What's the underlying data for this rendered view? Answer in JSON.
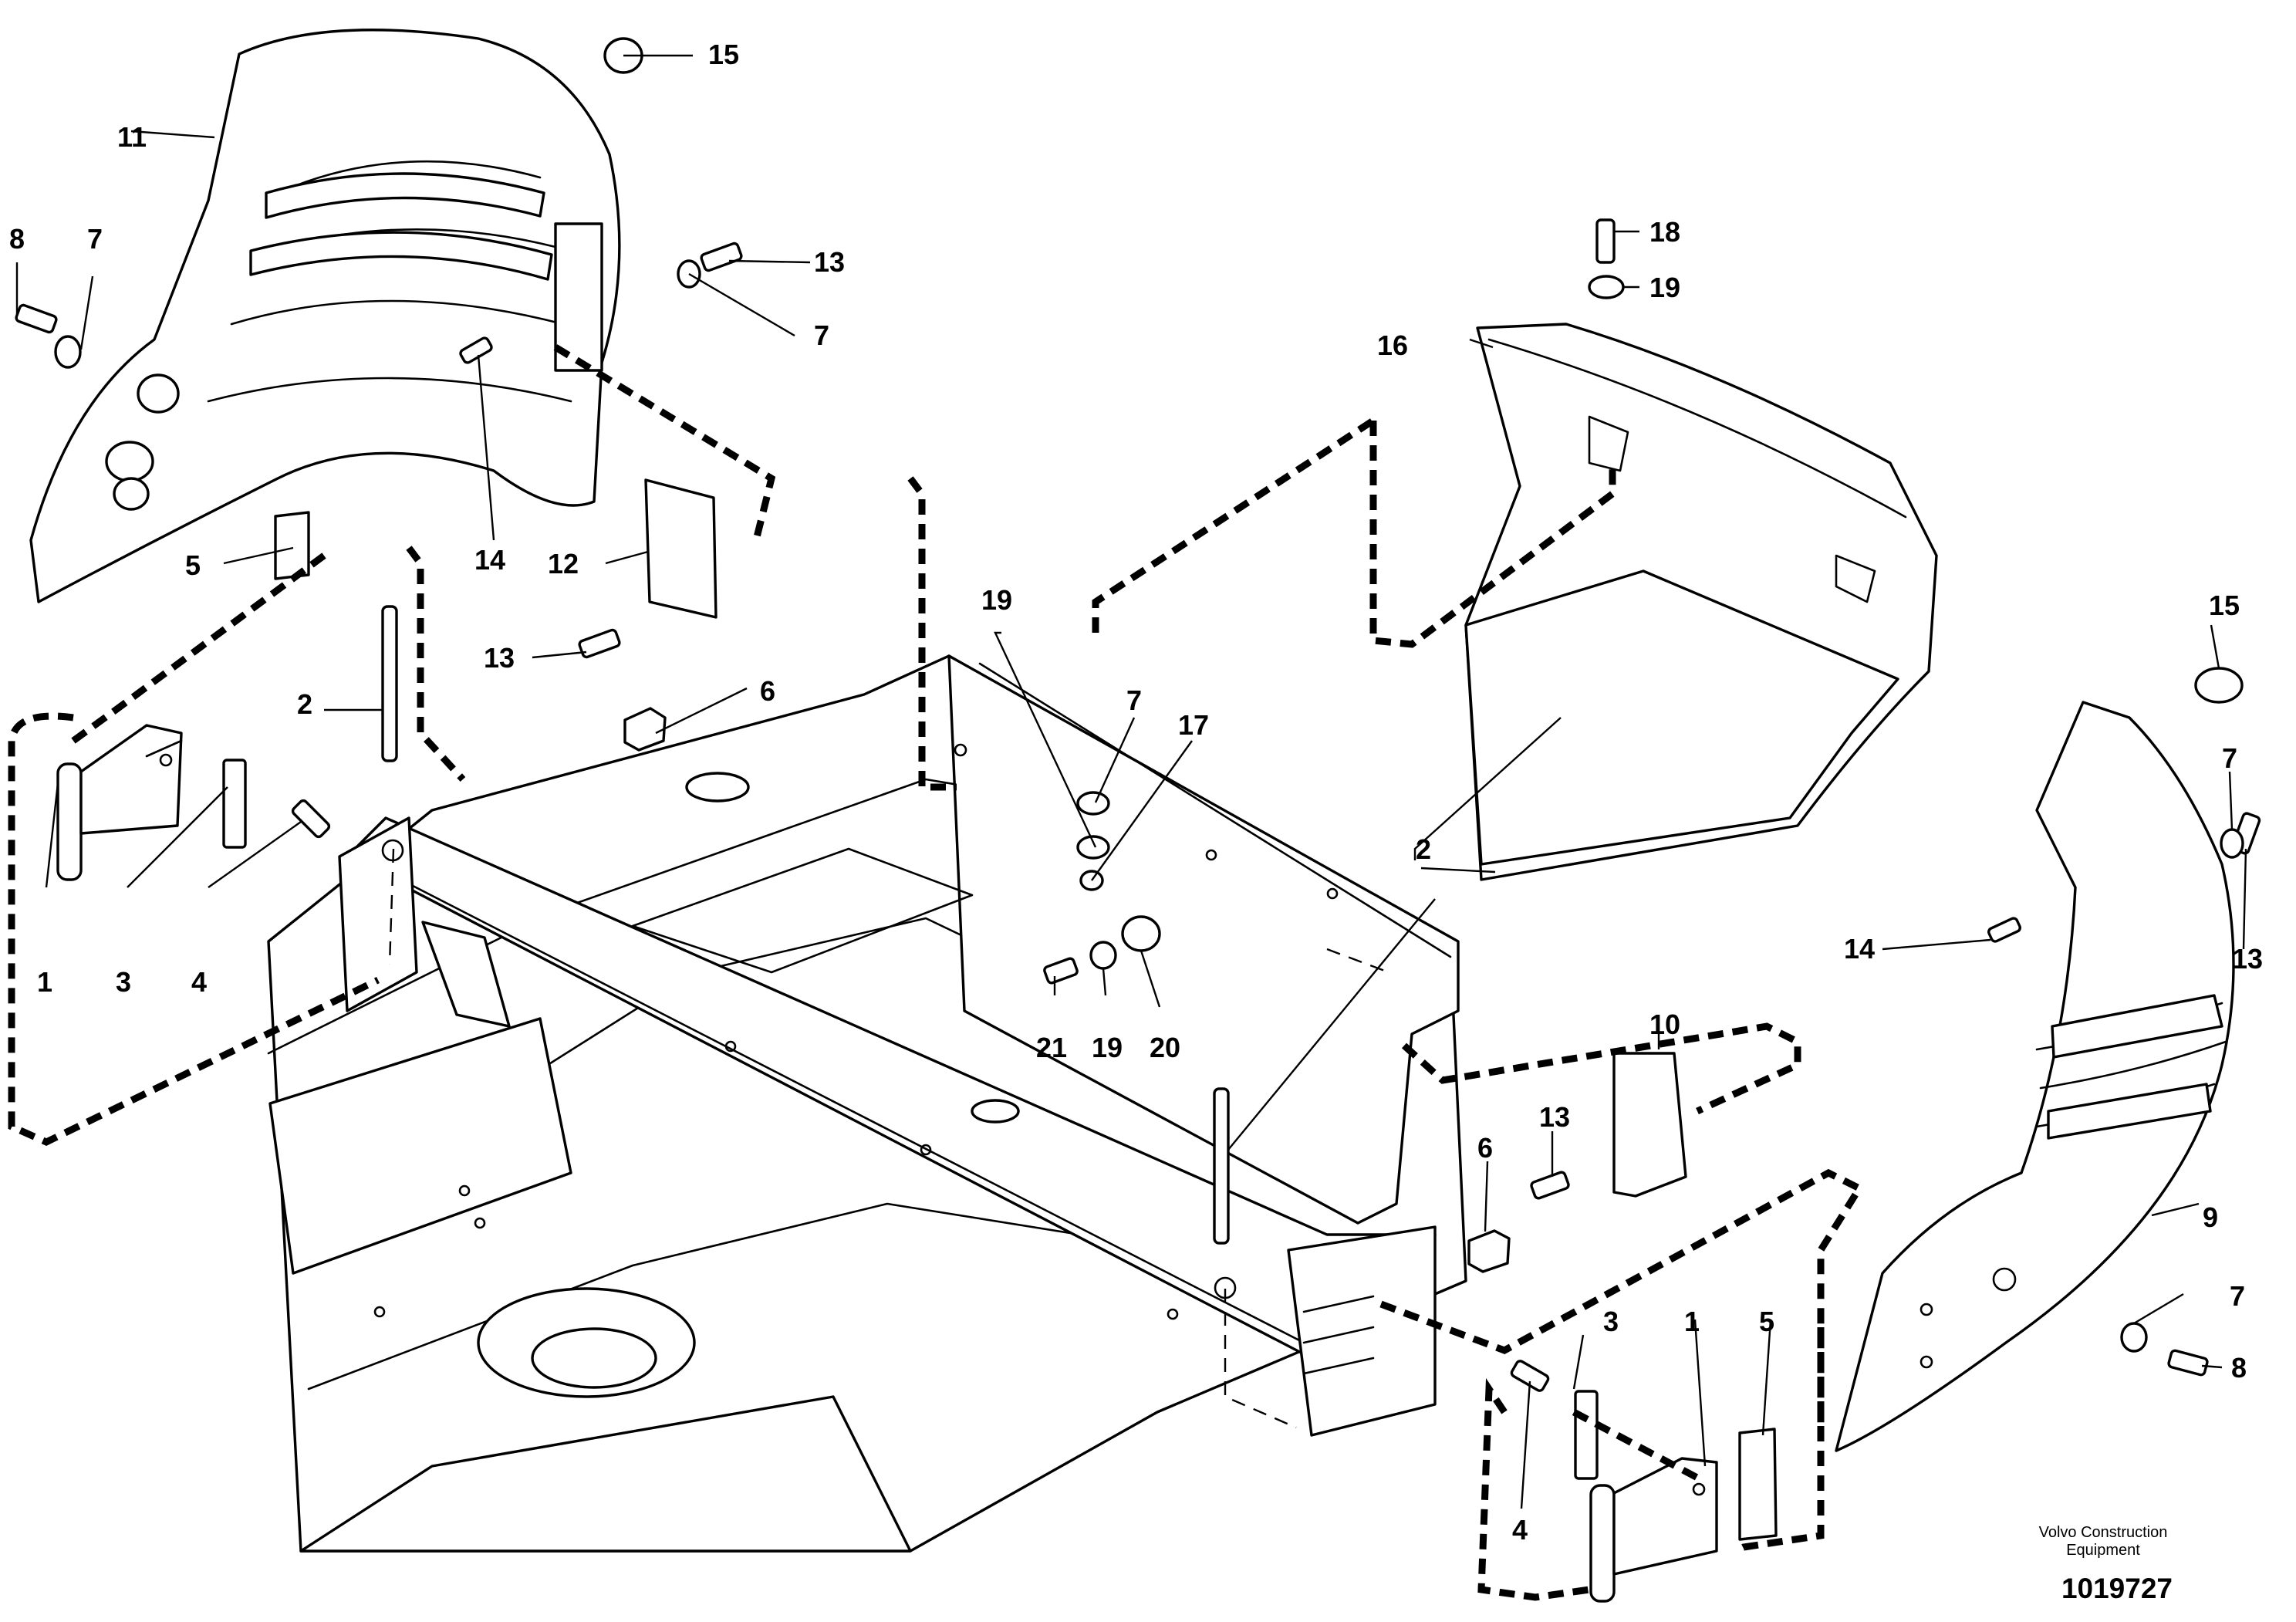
{
  "figure": {
    "company": "Volvo Construction Equipment",
    "reference_number": "1019727"
  },
  "callouts": {
    "c1_left": "1",
    "c1_right": "1",
    "c2_left": "2",
    "c2_right": "2",
    "c3_left": "3",
    "c3_right": "3",
    "c4_left": "4",
    "c4_right": "4",
    "c5_left": "5",
    "c5_right": "5",
    "c6_left": "6",
    "c6_right": "6",
    "c7_top_left": "7",
    "c7_upper": "7",
    "c7_center": "7",
    "c7_right": "7",
    "c7_lower_right": "7",
    "c8_left": "8",
    "c8_right": "8",
    "c9": "9",
    "c10": "10",
    "c11": "11",
    "c12": "12",
    "c13_upper": "13",
    "c13_left": "13",
    "c13_center": "13",
    "c13_right": "13",
    "c14_left": "14",
    "c14_right": "14",
    "c15_top": "15",
    "c15_right": "15",
    "c16": "16",
    "c17": "17",
    "c18": "18",
    "c19_top": "19",
    "c19_left": "19",
    "c19_center": "19",
    "c20": "20",
    "c21": "21"
  }
}
